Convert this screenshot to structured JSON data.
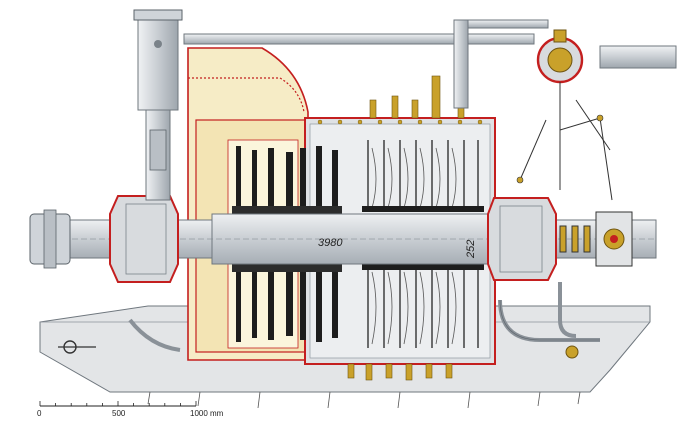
{
  "dimensions": {
    "rotor_length": "3980",
    "rotor_diameter": "252"
  },
  "scale_bar": {
    "label_start": "0",
    "label_mid": "500",
    "label_end": "1000 mm"
  },
  "colors": {
    "steel": "#d6dade",
    "steel_dark": "#9aa2a9",
    "casing_red": "#c41f1f",
    "steam_cream": "#f6ecc6",
    "brass": "#c9a12a",
    "blade_black": "#1d1d1d",
    "base_grey": "#e3e5e7"
  }
}
